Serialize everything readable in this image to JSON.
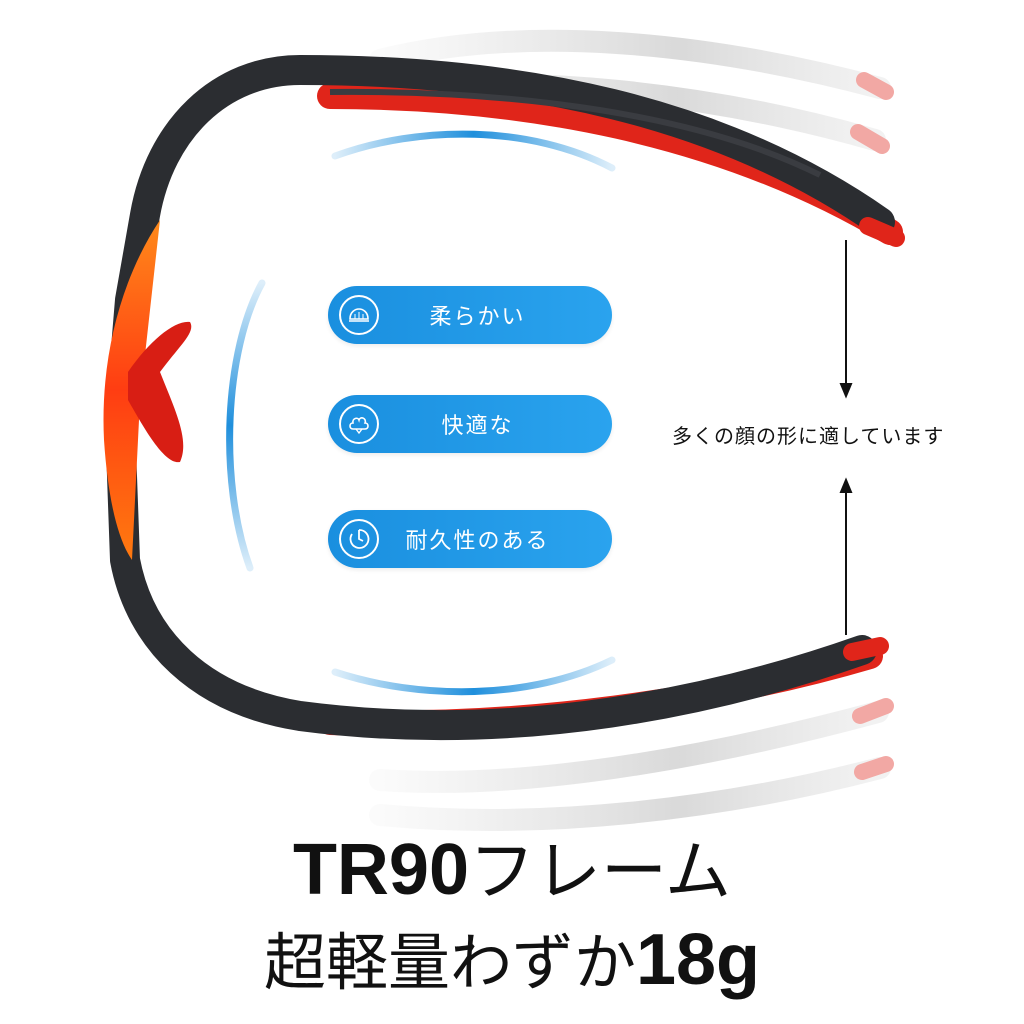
{
  "features": [
    {
      "icon": "hat-icon",
      "label": "柔らかい"
    },
    {
      "icon": "cotton-icon",
      "label": "快適な"
    },
    {
      "icon": "timer-icon",
      "label": "耐久性のある"
    }
  ],
  "side_note": "多くの顔の形に適しています",
  "title": {
    "line1_bold": "TR90",
    "line1_text": "フレーム",
    "line2_text": "超軽量わずか",
    "line2_bold": "18g"
  },
  "colors": {
    "frame": "#2b2d31",
    "accent_red": "#e0251a",
    "lens_orange": "#ff6a00",
    "blue": "#1f8fdc"
  }
}
